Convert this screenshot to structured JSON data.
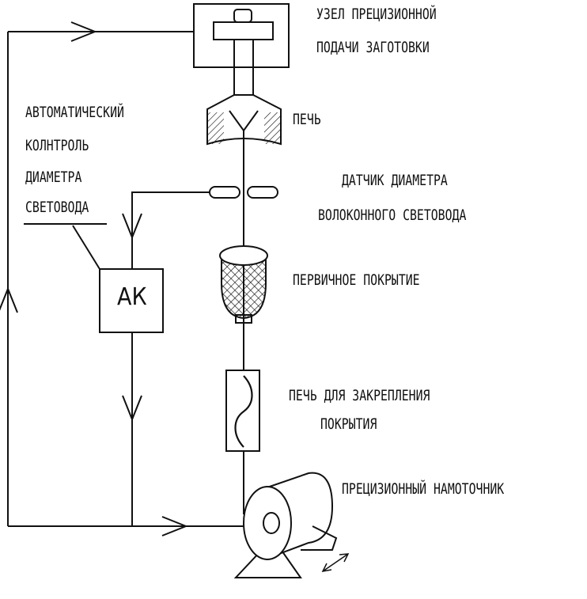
{
  "labels": {
    "feed_unit": [
      "УЗЕЛ ПРЕЦИЗИОННОЙ",
      "ПОДАЧИ ЗАГОТОВКИ"
    ],
    "furnace": "ПЕЧЬ",
    "auto_control": [
      "АВТОМАТИЧЕСКИЙ",
      "КОЛНТРОЛЬ",
      "ДИАМЕТРА",
      "СВЕТОВОДА"
    ],
    "diameter_sensor": [
      "ДАТЧИК ДИАМЕТРА",
      "ВОЛОКОННОГО СВЕТОВОДА"
    ],
    "primary_coating": "ПЕРВИЧНОЕ ПОКРЫТИЕ",
    "curing_furnace": [
      "ПЕЧЬ ДЛЯ ЗАКРЕПЛЕНИЯ",
      "ПОКРЫТИЯ"
    ],
    "winder": "ПРЕЦИЗИОННЫЙ НАМОТОЧНИК",
    "controller_box": "АК"
  },
  "colors": {
    "line": "#111111",
    "background": "#ffffff"
  }
}
